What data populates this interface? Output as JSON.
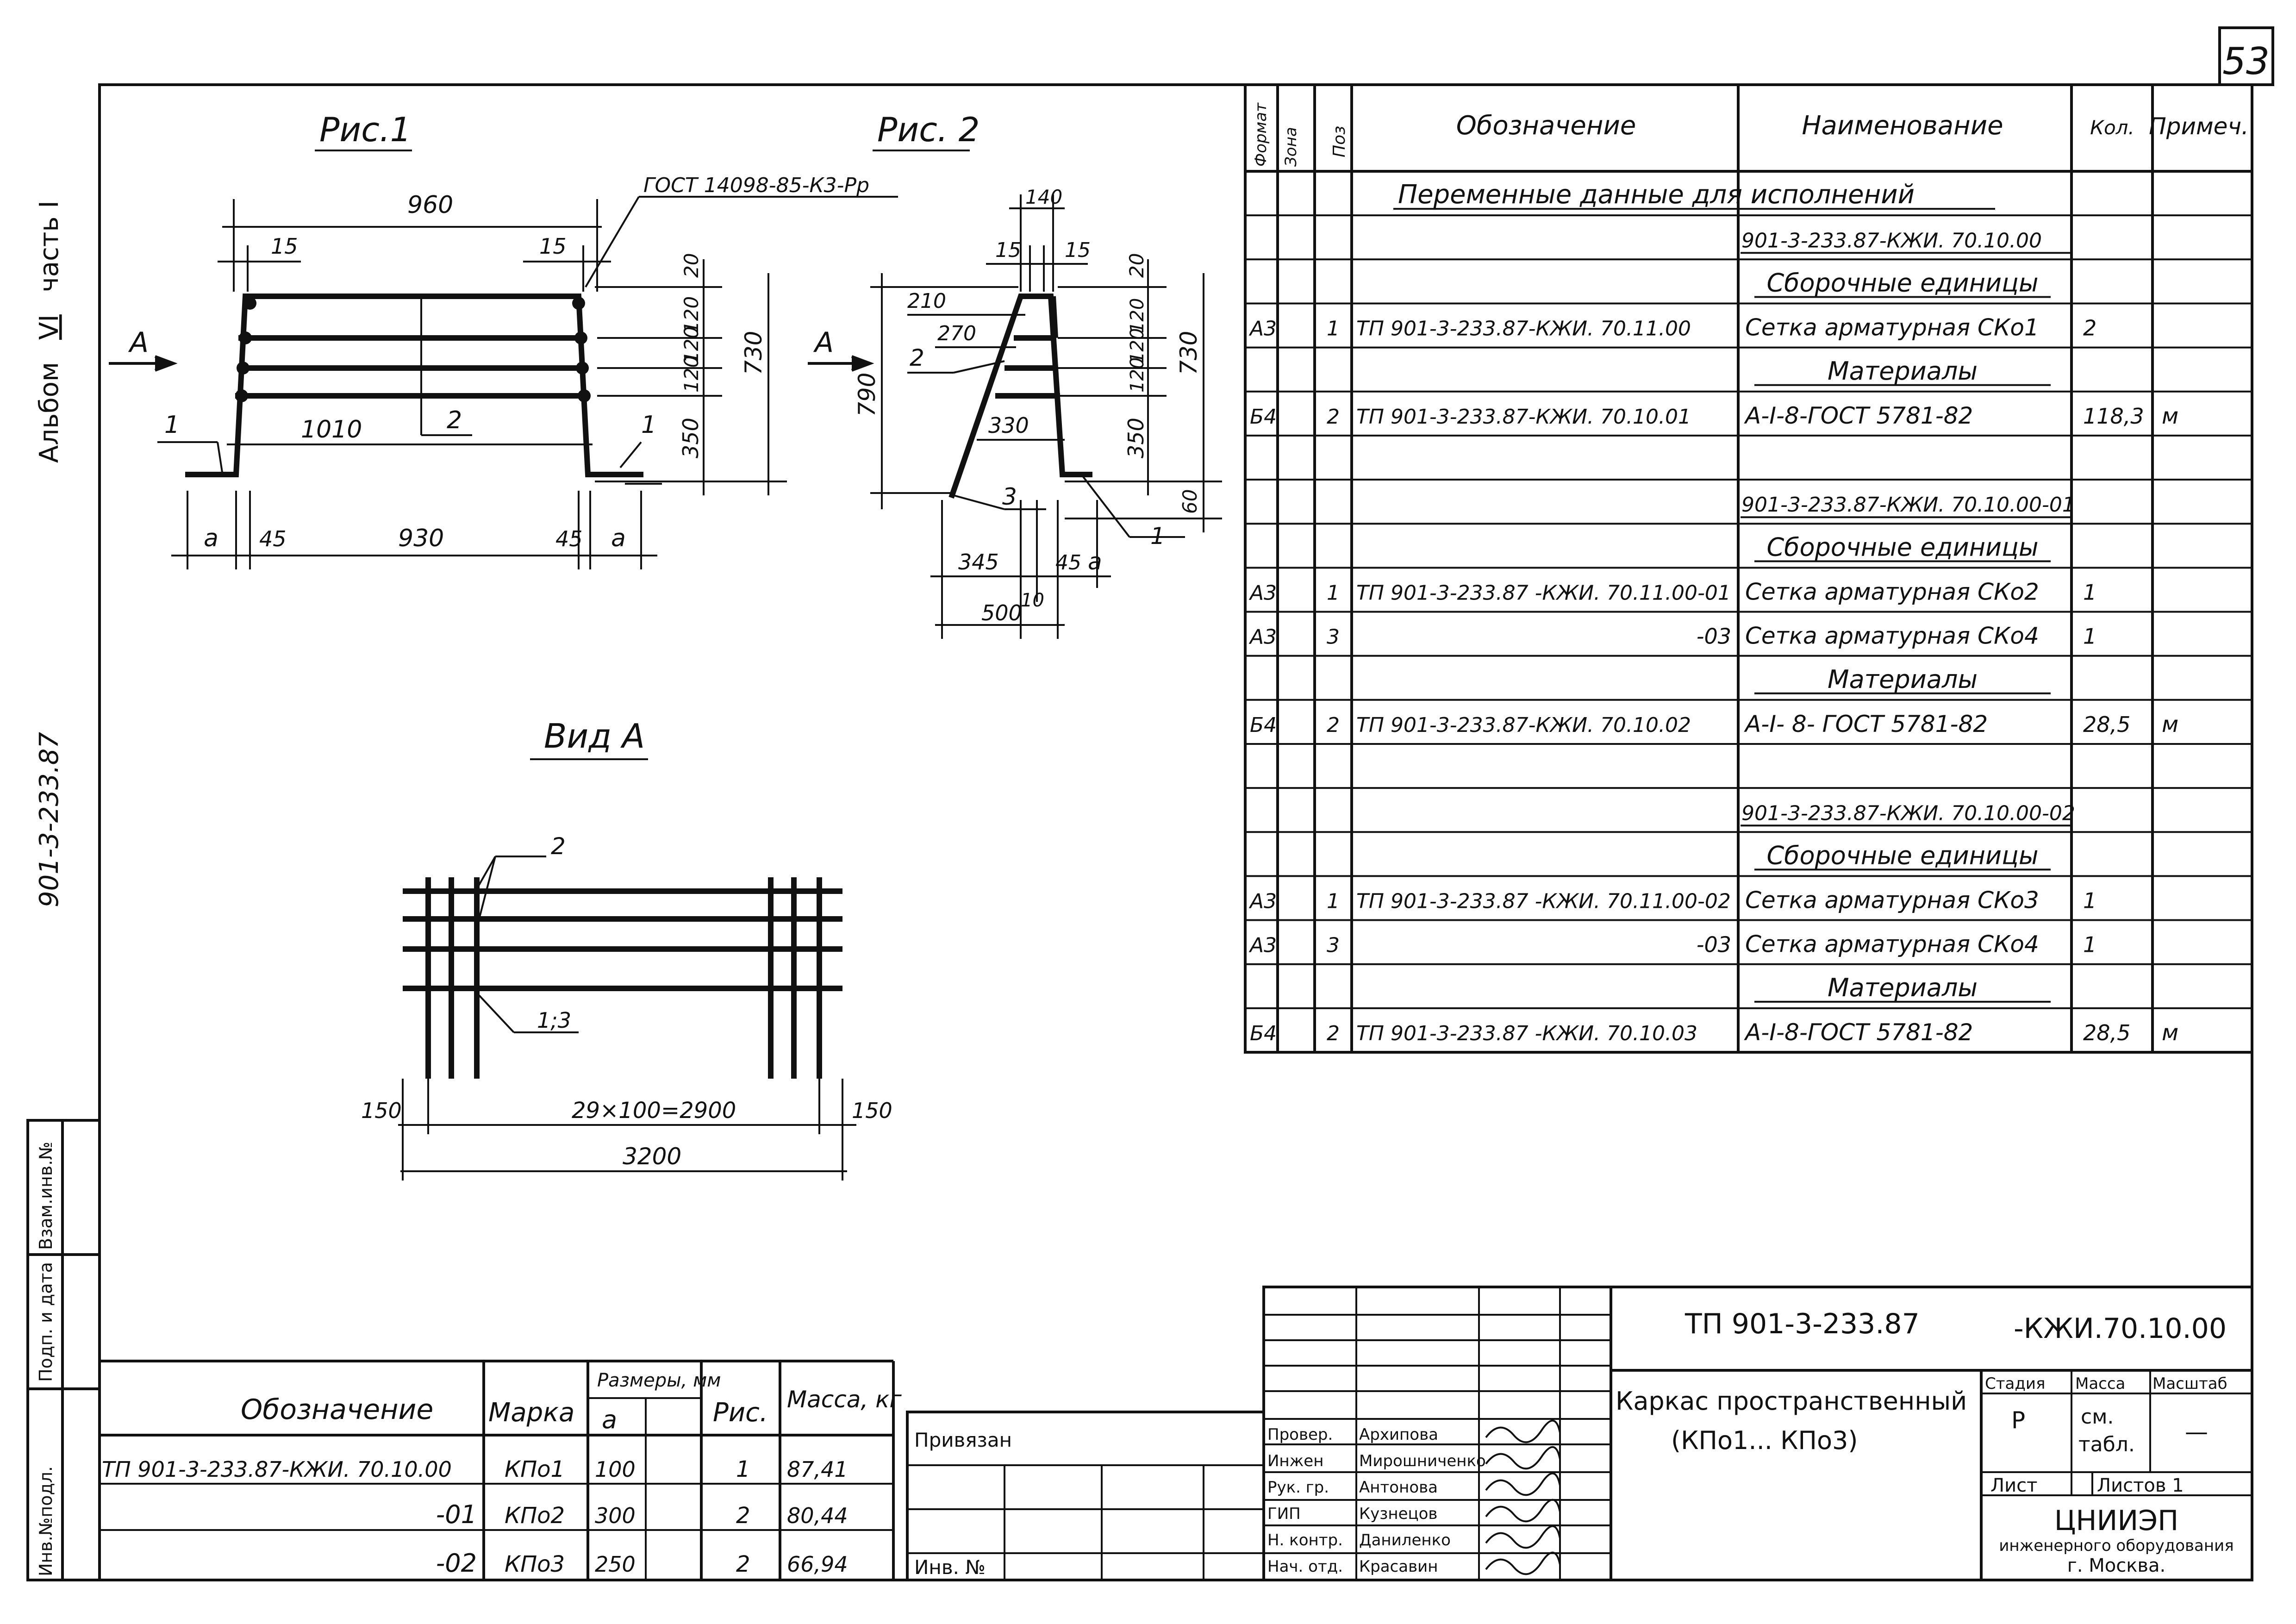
{
  "sheet_number": "53",
  "side": {
    "album": "Альбом",
    "album_part": "VI",
    "album_tail": "часть I",
    "doc_code": "901-3-233.87"
  },
  "stamp_left": [
    "Взам.инв.№",
    "Подп. и дата",
    "Инв.№подл."
  ],
  "fig1": {
    "title": "Рис.1",
    "note": "ГОСТ 14098-85-К3-Рр",
    "arrow": "А",
    "dims": [
      "960",
      "15",
      "15",
      "1010",
      "2",
      "1",
      "1",
      "a",
      "45",
      "930",
      "45",
      "a",
      "20",
      "120",
      "120",
      "120",
      "350",
      "730"
    ]
  },
  "fig2": {
    "title": "Рис. 2",
    "arrow": "А",
    "dims": [
      "140",
      "15",
      "15",
      "20",
      "210",
      "270",
      "2",
      "120",
      "120",
      "120",
      "790",
      "730",
      "330",
      "350",
      "3",
      "1",
      "60",
      "345",
      "45",
      "a",
      "10",
      "500"
    ]
  },
  "view_a": {
    "title": "Вид А",
    "dims": [
      "2",
      "1;3",
      "150",
      "29×100=2900",
      "150",
      "3200"
    ]
  },
  "spec": {
    "headers": [
      "Формат",
      "Зона",
      "Поз",
      "Обозначение",
      "Наименование",
      "Кол.",
      "Примеч."
    ],
    "rows": [
      {
        "f": "",
        "z": "",
        "p": "",
        "des": "",
        "name": "Переменные данные для исполнений",
        "qty": "",
        "note": "",
        "style": "section"
      },
      {
        "f": "",
        "z": "",
        "p": "",
        "des": "",
        "name": "901-3-233.87-КЖИ. 70.10.00",
        "qty": "",
        "note": "",
        "style": "underline"
      },
      {
        "f": "",
        "z": "",
        "p": "",
        "des": "",
        "name": "Сборочные единицы",
        "qty": "",
        "note": "",
        "style": "heading"
      },
      {
        "f": "А3",
        "z": "",
        "p": "1",
        "des": "ТП 901-3-233.87-КЖИ. 70.11.00",
        "name": "Сетка арматурная СКо1",
        "qty": "2",
        "note": "",
        "style": ""
      },
      {
        "f": "",
        "z": "",
        "p": "",
        "des": "",
        "name": "Материалы",
        "qty": "",
        "note": "",
        "style": "heading"
      },
      {
        "f": "Б4",
        "z": "",
        "p": "2",
        "des": "ТП 901-3-233.87-КЖИ. 70.10.01",
        "name": "А-I-8-ГОСТ 5781-82",
        "qty": "118,3",
        "note": "м",
        "style": ""
      },
      {
        "f": "",
        "z": "",
        "p": "",
        "des": "",
        "name": "",
        "qty": "",
        "note": "",
        "style": ""
      },
      {
        "f": "",
        "z": "",
        "p": "",
        "des": "",
        "name": "901-3-233.87-КЖИ. 70.10.00-01",
        "qty": "",
        "note": "",
        "style": "underline"
      },
      {
        "f": "",
        "z": "",
        "p": "",
        "des": "",
        "name": "Сборочные единицы",
        "qty": "",
        "note": "",
        "style": "heading"
      },
      {
        "f": "А3",
        "z": "",
        "p": "1",
        "des": "ТП 901-3-233.87 -КЖИ. 70.11.00-01",
        "name": "Сетка арматурная СКо2",
        "qty": "1",
        "note": "",
        "style": ""
      },
      {
        "f": "А3",
        "z": "",
        "p": "3",
        "des": "-03",
        "name": "Сетка арматурная СКо4",
        "qty": "1",
        "note": "",
        "style": "desright"
      },
      {
        "f": "",
        "z": "",
        "p": "",
        "des": "",
        "name": "Материалы",
        "qty": "",
        "note": "",
        "style": "heading"
      },
      {
        "f": "Б4",
        "z": "",
        "p": "2",
        "des": "ТП 901-3-233.87-КЖИ. 70.10.02",
        "name": "А-I- 8- ГОСТ 5781-82",
        "qty": "28,5",
        "note": "м",
        "style": ""
      },
      {
        "f": "",
        "z": "",
        "p": "",
        "des": "",
        "name": "",
        "qty": "",
        "note": "",
        "style": ""
      },
      {
        "f": "",
        "z": "",
        "p": "",
        "des": "",
        "name": "901-3-233.87-КЖИ. 70.10.00-02",
        "qty": "",
        "note": "",
        "style": "underline"
      },
      {
        "f": "",
        "z": "",
        "p": "",
        "des": "",
        "name": "Сборочные единицы",
        "qty": "",
        "note": "",
        "style": "heading"
      },
      {
        "f": "А3",
        "z": "",
        "p": "1",
        "des": "ТП 901-3-233.87 -КЖИ. 70.11.00-02",
        "name": "Сетка арматурная СКо3",
        "qty": "1",
        "note": "",
        "style": ""
      },
      {
        "f": "А3",
        "z": "",
        "p": "3",
        "des": "-03",
        "name": "Сетка арматурная СКо4",
        "qty": "1",
        "note": "",
        "style": "desright"
      },
      {
        "f": "",
        "z": "",
        "p": "",
        "des": "",
        "name": "Материалы",
        "qty": "",
        "note": "",
        "style": "heading"
      },
      {
        "f": "Б4",
        "z": "",
        "p": "2",
        "des": "ТП 901-3-233.87 -КЖИ. 70.10.03",
        "name": "А-I-8-ГОСТ 5781-82",
        "qty": "28,5",
        "note": "м",
        "style": ""
      }
    ]
  },
  "variants": {
    "headers": {
      "des": "Обозначение",
      "mark": "Марка",
      "sizes": "Размеры, мм",
      "a": "a",
      "fig": "Рис.",
      "mass": "Масса, кг"
    },
    "rows": [
      {
        "des": "ТП 901-3-233.87-КЖИ. 70.10.00",
        "mark": "КПо1",
        "a": "100",
        "fig": "1",
        "mass": "87,41"
      },
      {
        "des": "-01",
        "mark": "КПо2",
        "a": "300",
        "fig": "2",
        "mass": "80,44"
      },
      {
        "des": "-02",
        "mark": "КПо3",
        "a": "250",
        "fig": "2",
        "mass": "66,94"
      }
    ]
  },
  "binding": {
    "attached": "Привязан",
    "inv": "Инв. №"
  },
  "title_block": {
    "doc": "ТП 901-3-233.87",
    "code": "-КЖИ.70.10.00",
    "name1": "Каркас пространственный",
    "name2": "(КПо1... КПо3)",
    "stage_h": "Стадия",
    "mass_h": "Масса",
    "scale_h": "Масштаб",
    "stage": "Р",
    "mass1": "см.",
    "mass2": "табл.",
    "scale": "—",
    "sheet_h": "Лист",
    "sheets_h": "Листов 1",
    "org1": "ЦНИИЭП",
    "org2": "инженерного оборудования",
    "org3": "г. Москва.",
    "people": [
      {
        "role": "Провер.",
        "name": "Архипова"
      },
      {
        "role": "Инжен",
        "name": "Мирошниченко"
      },
      {
        "role": "Рук. гр.",
        "name": "Антонова"
      },
      {
        "role": "ГИП",
        "name": "Кузнецов"
      },
      {
        "role": "Н. контр.",
        "name": "Даниленко"
      },
      {
        "role": "Нач. отд.",
        "name": "Красавин"
      }
    ]
  }
}
